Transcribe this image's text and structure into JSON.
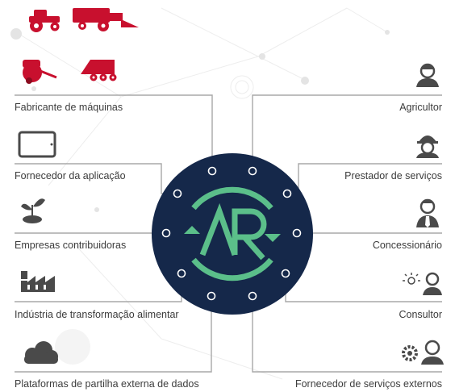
{
  "diagram": {
    "center": {
      "logo": "AR",
      "bg_color": "#15284a",
      "accent_color": "#5bbf8a"
    },
    "left_items": [
      {
        "label": "Fabricante de máquinas",
        "icon": "tractor-harvester-baler-icons"
      },
      {
        "label": "Fornecedor da aplicação",
        "icon": "tablet-icon"
      },
      {
        "label": "Empresas contribuidoras",
        "icon": "plant-sprout-icon"
      },
      {
        "label": "Indústria de transformação alimentar",
        "icon": "factory-icon"
      },
      {
        "label": "Plataformas de partilha externa de dados",
        "icon": "cloud-icon"
      }
    ],
    "right_items": [
      {
        "label": "Agricultor",
        "icon": "farmer-person-icon"
      },
      {
        "label": "Prestador de serviços",
        "icon": "worker-helmet-person-icon"
      },
      {
        "label": "Concessionário",
        "icon": "dealer-tie-person-icon"
      },
      {
        "label": "Consultor",
        "icon": "consultant-idea-person-icon"
      },
      {
        "label": "Fornecedor de serviços externos",
        "icon": "gears-person-icon"
      }
    ],
    "colors": {
      "machine_red": "#c8102e",
      "icon_dark": "#4a4a4a",
      "line_gray": "#a8a8a8",
      "text": "#3c3c3c"
    }
  }
}
